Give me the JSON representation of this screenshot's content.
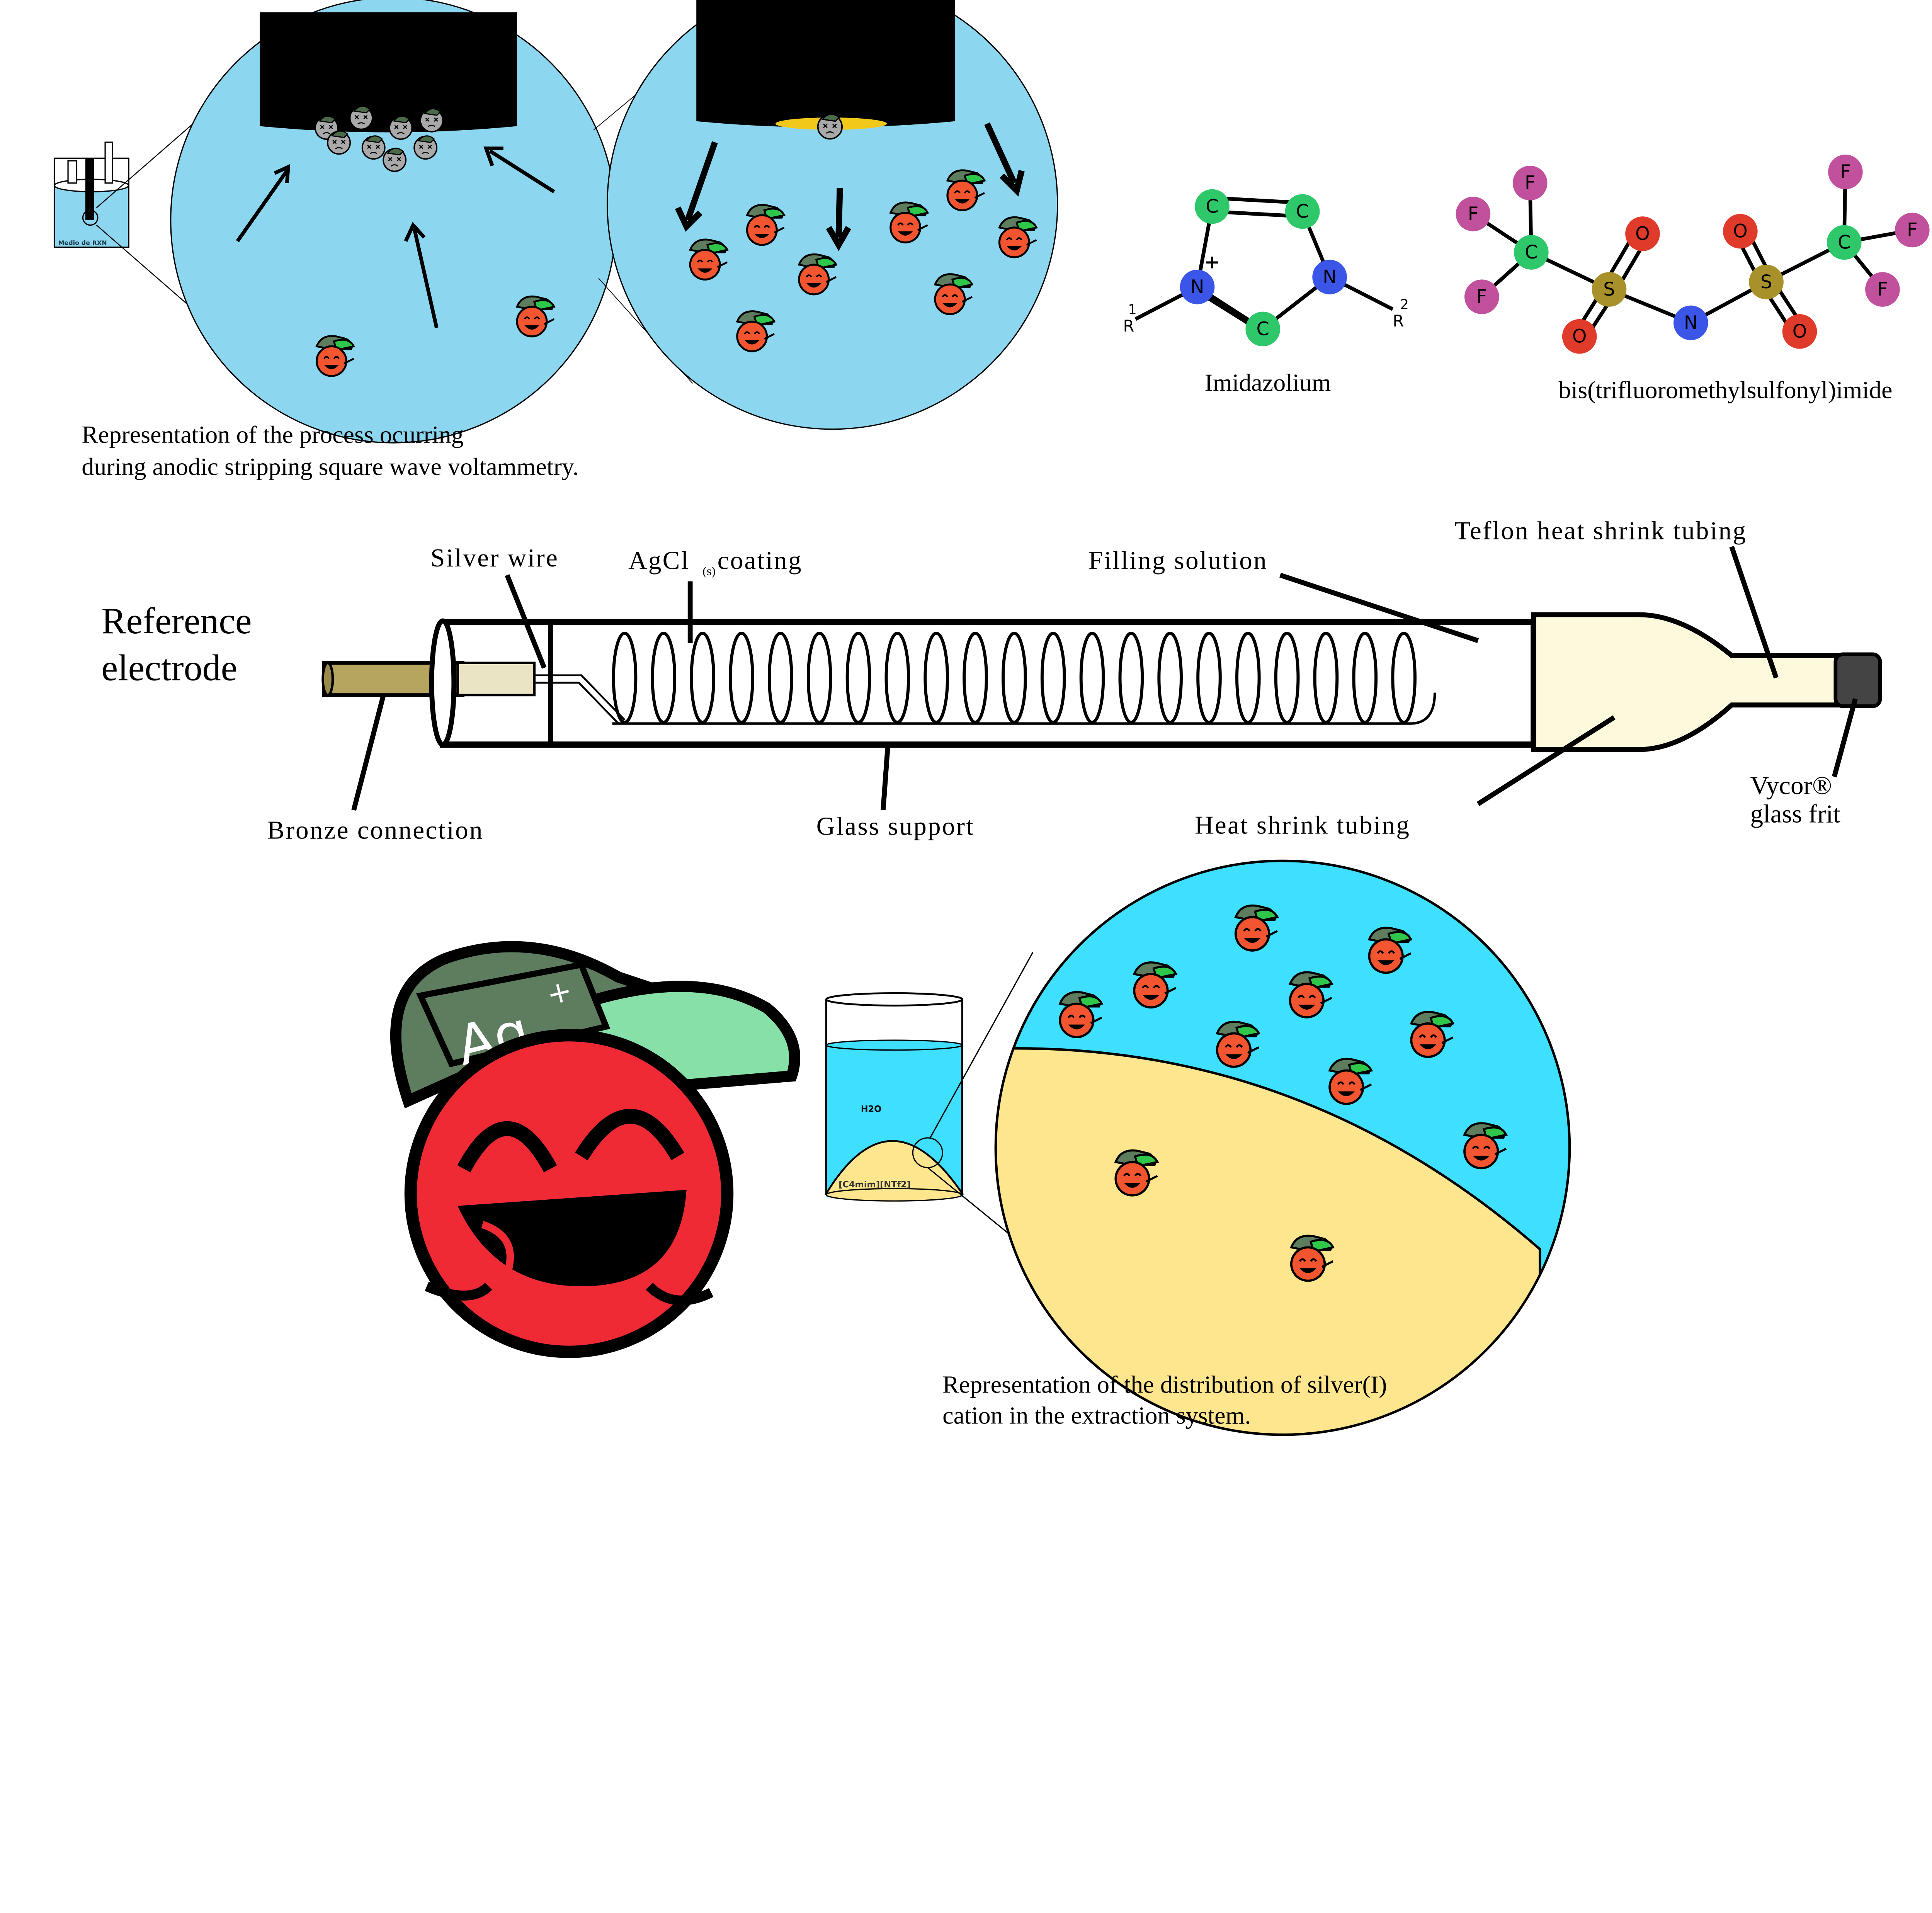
{
  "colors": {
    "water_light": "#8dd6f0",
    "water_aqua": "#3fdfff",
    "ionic_liquid": "#fde68d",
    "ag_red": "#f2302f",
    "cap_dark": "#5e7d5f",
    "cap_light": "#87e0a8",
    "carbon": "#2ec76a",
    "nitrogen": "#3a55e8",
    "oxygen": "#e03a2a",
    "sulfur": "#a8902a",
    "fluorine": "#c1519c"
  },
  "voltammetry": {
    "cell_label": "Medio de RXN",
    "caption_line1": "Representation of the process ocurring",
    "caption_line2": "during anodic stripping square wave voltammetry."
  },
  "imidazolium": {
    "atoms": [
      "C",
      "C",
      "N",
      "N",
      "C"
    ],
    "charge": "+",
    "r1": "R",
    "r1_sup": "1",
    "r2": "R",
    "r2_sup": "2",
    "label": "Imidazolium"
  },
  "ntf2": {
    "atoms": [
      "F",
      "F",
      "F",
      "C",
      "O",
      "S",
      "O",
      "N",
      "S",
      "O",
      "O",
      "C",
      "F",
      "F",
      "F"
    ],
    "label": "bis(trifluoromethylsulfonyl)imide"
  },
  "electrode": {
    "title_line1": "Reference",
    "title_line2": "electrode",
    "labels": {
      "silver_wire": "Silver wire",
      "agcl_prefix": "AgCl",
      "agcl_sub": "(s)",
      "agcl_suffix": "coating",
      "filling": "Filling solution",
      "teflon": "Teflon heat shrink tubing",
      "bronze": "Bronze connection",
      "glass": "Glass support",
      "heat_shrink": "Heat shrink tubing",
      "vycor_line1": "Vycor®",
      "vycor_line2": "glass frit"
    }
  },
  "mascot": {
    "cap_text": "Ag",
    "cap_sup": "+"
  },
  "extraction": {
    "water_label": "H2O",
    "il_label": "[C4mim][NTf2]",
    "caption_line1": "Representation of the distribution of silver(I)",
    "caption_line2": "cation in the extraction system."
  }
}
